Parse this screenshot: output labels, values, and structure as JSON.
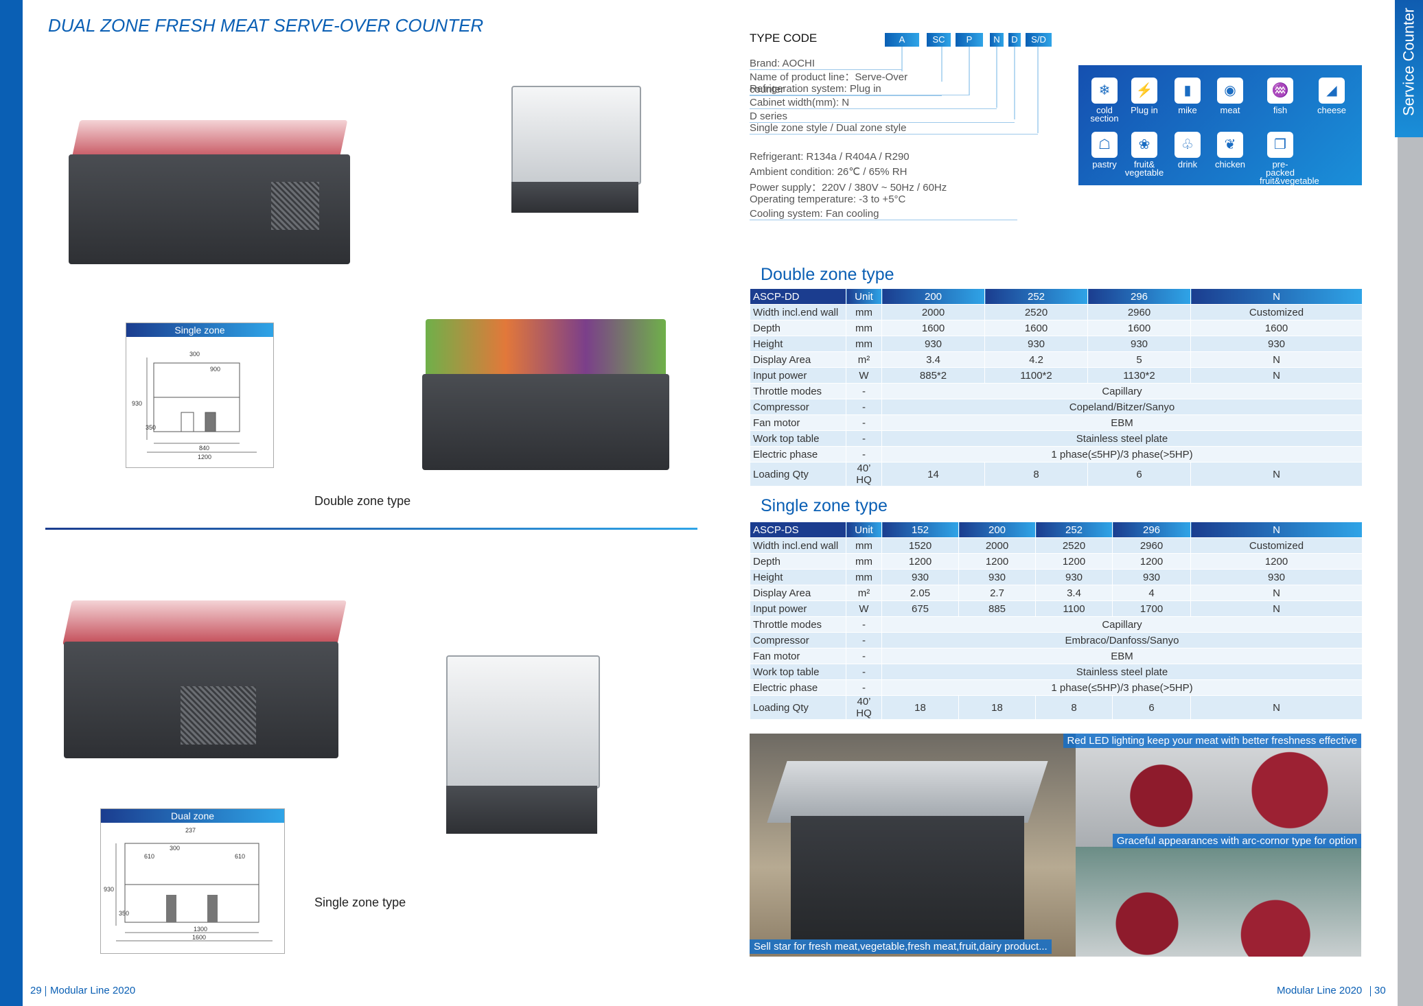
{
  "page": {
    "title": "DUAL ZONE FRESH MEAT SERVE-OVER COUNTER",
    "side_tab": "Service Counter",
    "footer_left_page": "29",
    "footer_left_text": "Modular Line 2020",
    "footer_right_text": "Modular Line 2020",
    "footer_right_page": "30"
  },
  "captions": {
    "double_zone": "Double zone type",
    "single_zone": "Single zone type"
  },
  "diagrams": {
    "single": {
      "title": "Single zone",
      "dims": [
        "300",
        "900",
        "930",
        "350",
        "840",
        "1200"
      ]
    },
    "dual": {
      "title": "Dual zone",
      "dims": [
        "237",
        "610",
        "300",
        "610",
        "930",
        "350",
        "1300",
        "1600"
      ]
    }
  },
  "type_code": {
    "label": "TYPE CODE",
    "codes": [
      "A",
      "SC",
      "P",
      "N",
      "D",
      "S/D"
    ],
    "lines": [
      "Brand: AOCHI",
      "Name of product line：Serve-Over counter",
      "Refrigeration system: Plug in",
      "Cabinet width(mm): N",
      "D series",
      "Single zone style / Dual zone style"
    ]
  },
  "specs_general": [
    "Refrigerant: R134a / R404A / R290",
    "Ambient condition: 26℃ / 65% RH",
    "Power supply：220V / 380V ~ 50Hz / 60Hz",
    "Operating temperature: -3 to +5°C",
    "Cooling system: Fan cooling"
  ],
  "icons": [
    {
      "name": "cold-section-icon",
      "label": "cold section",
      "glyph": "❄"
    },
    {
      "name": "plug-in-icon",
      "label": "Plug in",
      "glyph": "⚡"
    },
    {
      "name": "milk-icon",
      "label": "mike",
      "glyph": "▮"
    },
    {
      "name": "meat-icon",
      "label": "meat",
      "glyph": "◉"
    },
    {
      "name": "fish-icon",
      "label": "fish",
      "glyph": "♒"
    },
    {
      "name": "cheese-icon",
      "label": "cheese",
      "glyph": "◢"
    },
    {
      "name": "pastry-icon",
      "label": "pastry",
      "glyph": "☖"
    },
    {
      "name": "fruit-vegetable-icon",
      "label": "fruit& vegetable",
      "glyph": "❀"
    },
    {
      "name": "drink-icon",
      "label": "drink",
      "glyph": "♧"
    },
    {
      "name": "chicken-icon",
      "label": "chicken",
      "glyph": "❦"
    },
    {
      "name": "pre-packed-icon",
      "label": "pre-packed fruit&vegetable",
      "glyph": "❐"
    }
  ],
  "double_table": {
    "title": "Double zone type",
    "header": [
      "ASCP-DD",
      "Unit",
      "200",
      "252",
      "296",
      "N"
    ],
    "rows": [
      [
        "Width incl.end wall",
        "mm",
        "2000",
        "2520",
        "2960",
        "Customized"
      ],
      [
        "Depth",
        "mm",
        "1600",
        "1600",
        "1600",
        "1600"
      ],
      [
        "Height",
        "mm",
        "930",
        "930",
        "930",
        "930"
      ],
      [
        "Display Area",
        "m²",
        "3.4",
        "4.2",
        "5",
        "N"
      ],
      [
        "Input power",
        "W",
        "885*2",
        "1100*2",
        "1130*2",
        "N"
      ],
      [
        "Throttle modes",
        "-",
        "Capillary"
      ],
      [
        "Compressor",
        "-",
        "Copeland/Bitzer/Sanyo"
      ],
      [
        "Fan motor",
        "-",
        "EBM"
      ],
      [
        "Work top table",
        "-",
        "Stainless steel plate"
      ],
      [
        "Electric phase",
        "-",
        "1 phase(≤5HP)/3 phase(>5HP)"
      ],
      [
        "Loading Qty",
        "40’ HQ",
        "14",
        "8",
        "6",
        "N"
      ]
    ]
  },
  "single_table": {
    "title": "Single zone type",
    "header": [
      "ASCP-DS",
      "Unit",
      "152",
      "200",
      "252",
      "296",
      "N"
    ],
    "rows": [
      [
        "Width incl.end wall",
        "mm",
        "1520",
        "2000",
        "2520",
        "2960",
        "Customized"
      ],
      [
        "Depth",
        "mm",
        "1200",
        "1200",
        "1200",
        "1200",
        "1200"
      ],
      [
        "Height",
        "mm",
        "930",
        "930",
        "930",
        "930",
        "930"
      ],
      [
        "Display Area",
        "m²",
        "2.05",
        "2.7",
        "3.4",
        "4",
        "N"
      ],
      [
        "Input power",
        "W",
        "675",
        "885",
        "1100",
        "1700",
        "N"
      ],
      [
        "Throttle modes",
        "-",
        "Capillary"
      ],
      [
        "Compressor",
        "-",
        "Embraco/Danfoss/Sanyo"
      ],
      [
        "Fan motor",
        "-",
        "EBM"
      ],
      [
        "Work top table",
        "-",
        "Stainless steel plate"
      ],
      [
        "Electric phase",
        "-",
        "1 phase(≤5HP)/3 phase(>5HP)"
      ],
      [
        "Loading Qty",
        "40’ HQ",
        "18",
        "18",
        "8",
        "6",
        "N"
      ]
    ]
  },
  "photo_banners": {
    "top_right": "Red LED lighting keep your meat with better freshness effective",
    "middle_right": "Graceful appearances with arc-cornor type for option",
    "bottom_left": "Sell star for fresh meat,vegetable,fresh meat,fruit,dairy product..."
  }
}
